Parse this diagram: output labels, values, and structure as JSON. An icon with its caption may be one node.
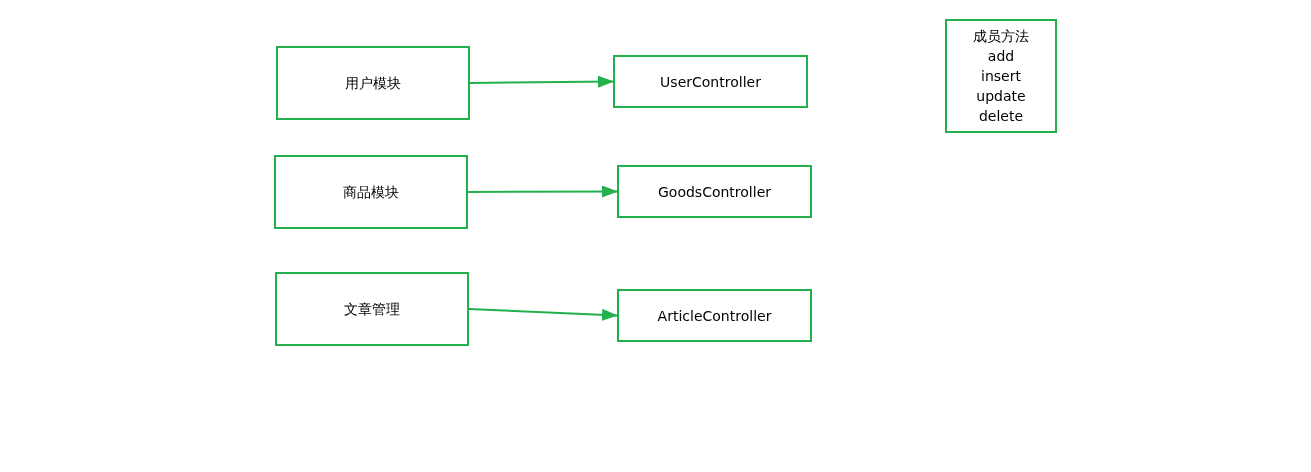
{
  "diagram": {
    "nodes": [
      {
        "text": [
          "用户模块"
        ]
      },
      {
        "text": [
          "UserController"
        ]
      },
      {
        "text": [
          "商品模块"
        ]
      },
      {
        "text": [
          "GoodsController"
        ]
      },
      {
        "text": [
          "文章管理"
        ]
      },
      {
        "text": [
          "ArticleController"
        ]
      },
      {
        "text": [
          "成员方法",
          "add",
          "insert",
          "update",
          "delete"
        ]
      }
    ],
    "edges": [
      {
        "from": 0,
        "to": 1,
        "arrow": "to"
      },
      {
        "from": 2,
        "to": 3,
        "arrow": "to"
      },
      {
        "from": 4,
        "to": 5,
        "arrow": "to"
      }
    ]
  }
}
